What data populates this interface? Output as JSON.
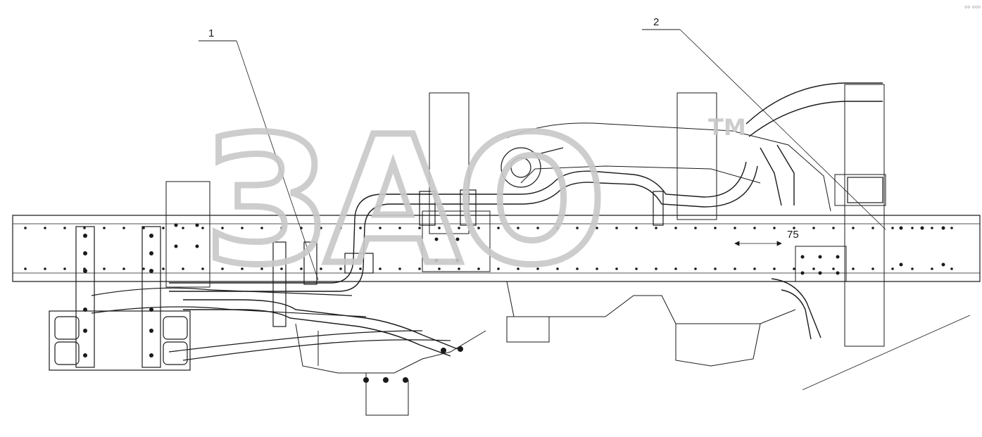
{
  "diagram": {
    "callouts": [
      {
        "label": "1"
      },
      {
        "label": "2"
      }
    ],
    "dimension_label": "75",
    "corner_mark": "○○ ○○○",
    "watermark": {
      "text": "ЗАО",
      "trademark": "TM"
    },
    "colors": {
      "line": "#1a1a1a",
      "watermark": "#c8c8c8",
      "background": "#ffffff"
    }
  }
}
